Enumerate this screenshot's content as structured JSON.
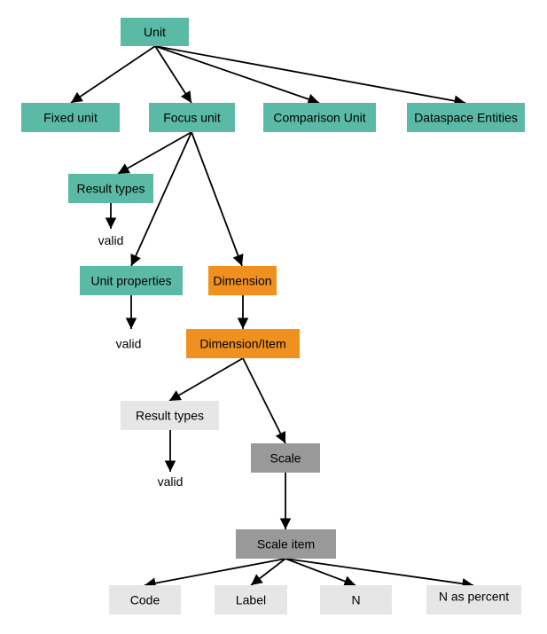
{
  "colors": {
    "teal": "#5bbaa5",
    "orange": "#f0901f",
    "gray": "#999999",
    "light_gray": "#e6e6e6",
    "white": "#ffffff",
    "text": "#000000",
    "edge": "#000000"
  },
  "nodes": [
    {
      "id": "unit",
      "label": "Unit",
      "style": "teal"
    },
    {
      "id": "fixed_unit",
      "label": "Fixed unit",
      "style": "teal"
    },
    {
      "id": "focus_unit",
      "label": "Focus unit",
      "style": "teal"
    },
    {
      "id": "comparison_unit",
      "label": "Comparison Unit",
      "style": "teal"
    },
    {
      "id": "dataspace_entities",
      "label": "Dataspace Entities",
      "style": "teal"
    },
    {
      "id": "result_types_1",
      "label": "Result types",
      "style": "teal"
    },
    {
      "id": "valid_1",
      "label": "valid",
      "style": "plain"
    },
    {
      "id": "unit_properties",
      "label": "Unit properties",
      "style": "teal"
    },
    {
      "id": "dimension",
      "label": "Dimension",
      "style": "orange"
    },
    {
      "id": "valid_2",
      "label": "valid",
      "style": "white"
    },
    {
      "id": "dimension_item",
      "label": "Dimension/Item",
      "style": "orange"
    },
    {
      "id": "result_types_2",
      "label": "Result types",
      "style": "light_gray"
    },
    {
      "id": "scale",
      "label": "Scale",
      "style": "gray"
    },
    {
      "id": "valid_3",
      "label": "valid",
      "style": "plain"
    },
    {
      "id": "scale_item",
      "label": "Scale item",
      "style": "gray"
    },
    {
      "id": "code",
      "label": "Code",
      "style": "light_gray"
    },
    {
      "id": "label",
      "label": "Label",
      "style": "light_gray"
    },
    {
      "id": "n",
      "label": "N",
      "style": "light_gray"
    },
    {
      "id": "n_as_percent",
      "label": "N as percent",
      "style": "light_gray"
    }
  ],
  "edges": [
    {
      "from": "unit",
      "to": "fixed_unit"
    },
    {
      "from": "unit",
      "to": "focus_unit"
    },
    {
      "from": "unit",
      "to": "comparison_unit"
    },
    {
      "from": "unit",
      "to": "dataspace_entities"
    },
    {
      "from": "focus_unit",
      "to": "result_types_1"
    },
    {
      "from": "focus_unit",
      "to": "unit_properties"
    },
    {
      "from": "focus_unit",
      "to": "dimension"
    },
    {
      "from": "result_types_1",
      "to": "valid_1"
    },
    {
      "from": "unit_properties",
      "to": "valid_2"
    },
    {
      "from": "dimension",
      "to": "dimension_item"
    },
    {
      "from": "dimension_item",
      "to": "result_types_2"
    },
    {
      "from": "dimension_item",
      "to": "scale"
    },
    {
      "from": "result_types_2",
      "to": "valid_3"
    },
    {
      "from": "scale",
      "to": "scale_item"
    },
    {
      "from": "scale_item",
      "to": "code"
    },
    {
      "from": "scale_item",
      "to": "label"
    },
    {
      "from": "scale_item",
      "to": "n"
    },
    {
      "from": "scale_item",
      "to": "n_as_percent"
    }
  ]
}
